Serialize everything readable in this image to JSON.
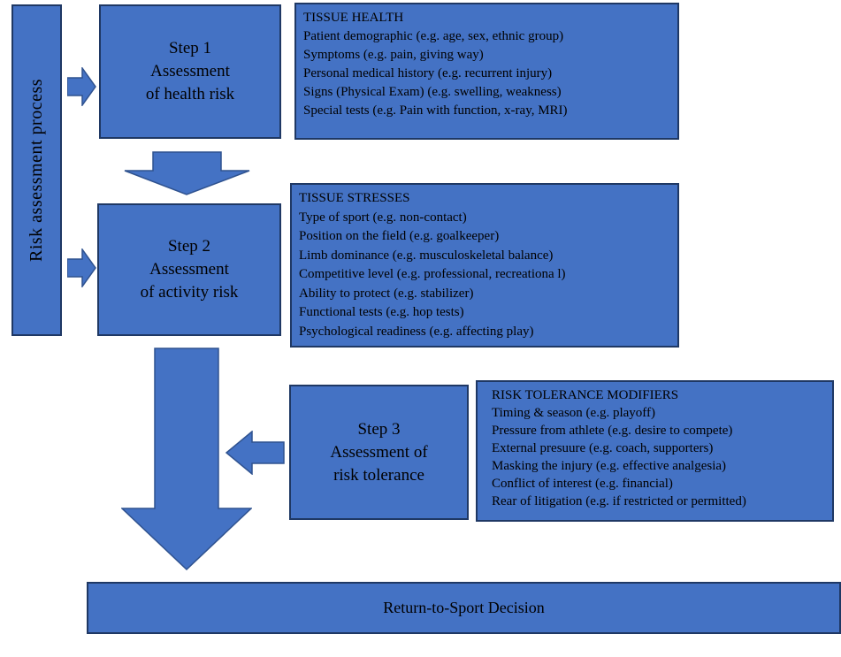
{
  "colors": {
    "background": "#FFFFFF",
    "box_fill": "#4472C4",
    "box_border": "#1F3864",
    "arrow_fill": "#4472C4",
    "arrow_border": "#2F528F",
    "text": "#000000"
  },
  "sidebar": {
    "label": "Risk assessment process"
  },
  "steps": [
    {
      "line1": "Step 1",
      "line2": "Assessment",
      "line3": "of health risk"
    },
    {
      "line1": "Step 2",
      "line2": "Assessment",
      "line3": "of activity risk"
    },
    {
      "line1": "Step 3",
      "line2": "Assessment of",
      "line3": "risk tolerance"
    }
  ],
  "info_boxes": [
    {
      "title": "TISSUE HEALTH",
      "items": [
        "Patient demographic (e.g. age, sex, ethnic group)",
        "Symptoms (e.g. pain, giving way)",
        "Personal medical history (e.g. recurrent injury)",
        "Signs (Physical Exam) (e.g. swelling, weakness)",
        "Special tests (e.g. Pain with function, x-ray, MRI)"
      ]
    },
    {
      "title": "TISSUE STRESSES",
      "items": [
        "Type of sport (e.g. non-contact)",
        "Position on the field (e.g. goalkeeper)",
        "Limb dominance (e.g. musculoskeletal balance)",
        "Competitive level (e.g. professional,  recreationa l)",
        "Ability to protect (e.g. stabilizer)",
        "Functional tests (e.g. hop tests)",
        "Psychological readiness (e.g. affecting play)"
      ]
    },
    {
      "title": "RISK TOLERANCE MODIFIERS",
      "items": [
        "Timing & season (e.g. playoff)",
        "Pressure from athlete (e.g. desire to compete)",
        "External presuure (e.g. coach, supporters)",
        "Masking the injury (e.g. effective analgesia)",
        "Conflict of interest (e.g. financial)",
        "Rear of litigation (e.g. if restricted or permitted)"
      ]
    }
  ],
  "decision": {
    "label": "Return-to-Sport Decision"
  },
  "arrows": [
    {
      "name": "sidebar-to-step1",
      "direction": "right"
    },
    {
      "name": "step1-to-step2",
      "direction": "down"
    },
    {
      "name": "sidebar-to-step2",
      "direction": "right"
    },
    {
      "name": "step2-to-decision",
      "direction": "down"
    },
    {
      "name": "step3-to-main-flow",
      "direction": "left"
    }
  ]
}
